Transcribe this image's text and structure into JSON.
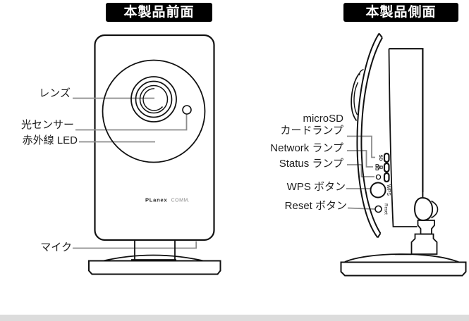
{
  "titles": {
    "front": "本製品前面",
    "side": "本製品側面"
  },
  "front": {
    "labels": {
      "lens": "レンズ",
      "light_sensor": "光センサー",
      "ir_led": "赤外線 LED",
      "mic": "マイク"
    },
    "logo": {
      "brand": "PLanex",
      "suffix": "COMM."
    }
  },
  "side": {
    "labels": {
      "microsd_line1": "microSD",
      "microsd_line2": "カードランプ",
      "network": "Network ランプ",
      "status": "Status ランプ",
      "wps": "WPS ボタン",
      "reset": "Reset ボタン"
    },
    "markings": {
      "sd": "SD",
      "wps": "WPS",
      "reset": "Reset"
    }
  },
  "colors": {
    "outline": "#111111",
    "leader": "#8c8c8c",
    "badge_bg": "#000000",
    "badge_text": "#ffffff",
    "logo_brand": "#222222",
    "logo_suffix": "#8a8a8a",
    "background": "#ffffff"
  }
}
